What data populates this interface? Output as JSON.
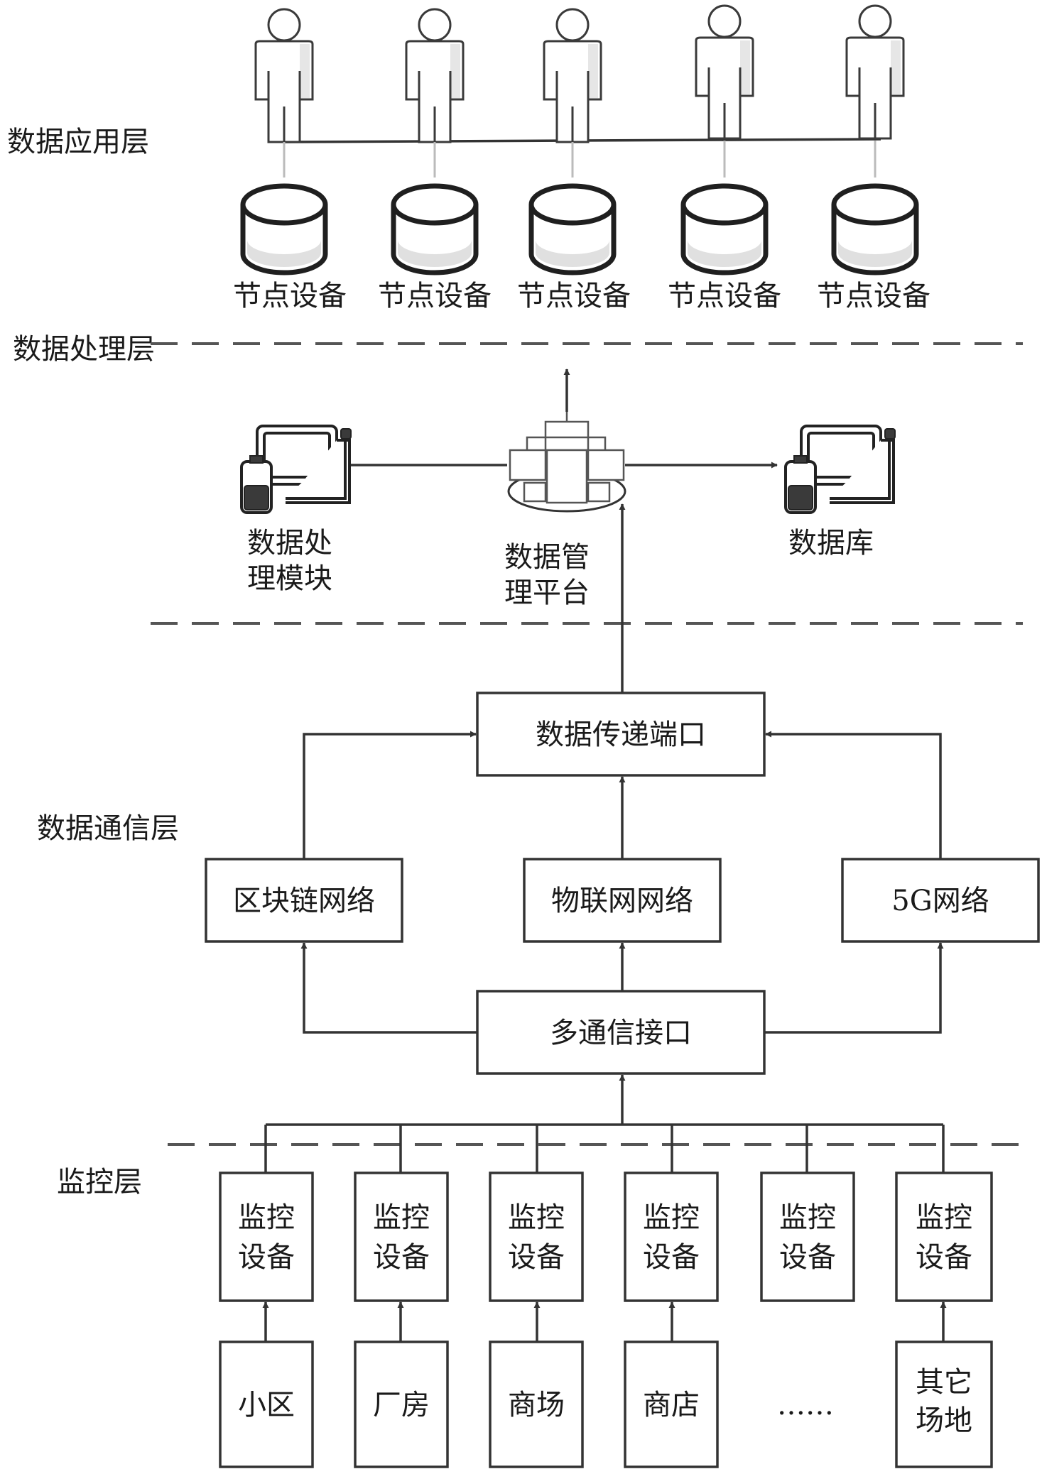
{
  "layers": {
    "application": "数据应用层",
    "processing": "数据处理层",
    "communication": "数据通信层",
    "monitoring": "监控层"
  },
  "application": {
    "node_label": "节点设备"
  },
  "processing": {
    "module_line1": "数据处",
    "module_line2": "理模块",
    "platform_line1": "数据管",
    "platform_line2": "理平台",
    "database": "数据库"
  },
  "communication": {
    "port": "数据传递端口",
    "blockchain": "区块链网络",
    "iot": "物联网网络",
    "fiveg": "5G网络",
    "multi_interface": "多通信接口"
  },
  "monitoring": {
    "device_line1": "监控",
    "device_line2": "设备",
    "sites": [
      "小区",
      "厂房",
      "商场",
      "商店",
      "……"
    ],
    "other_line1": "其它",
    "other_line2": "场地"
  },
  "icons": {
    "user": "user-icon",
    "database": "database-icon",
    "computer": "computer-icon",
    "server": "server-cluster-icon"
  }
}
